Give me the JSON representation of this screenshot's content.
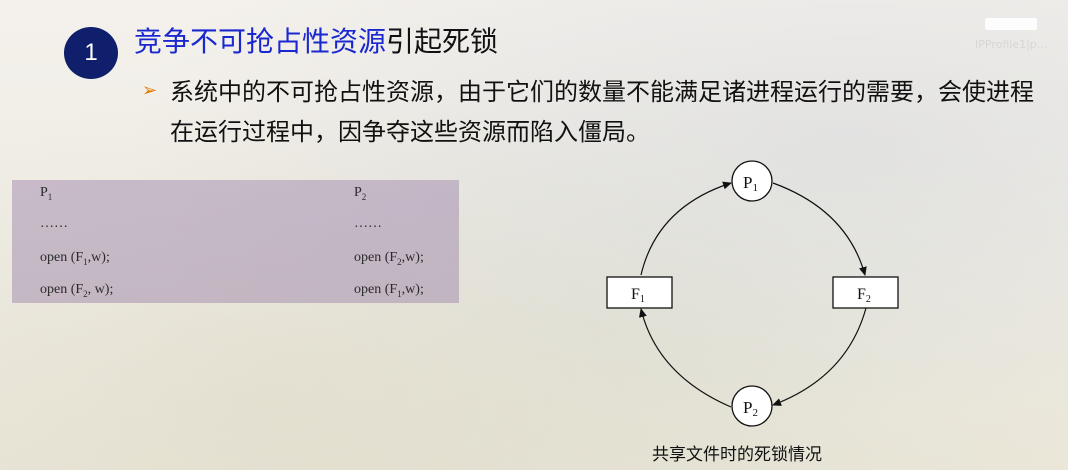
{
  "slide": {
    "number": "1",
    "title_highlight": "竞争不可抢占性资源",
    "title_rest": "引起死锁",
    "bullet_marker": "➢",
    "bullet_text": "系统中的不可抢占性资源，由于它们的数量不能满足诸进程运行的需要，会使进程在运行过程中，因争夺这些资源而陷入僵局。",
    "watermark": "IPProfile1|p..."
  },
  "code": {
    "left": {
      "header": "P",
      "header_sub": "1",
      "dots": "……",
      "line1_pre": "open (F",
      "line1_sub": "1",
      "line1_post": ",w);",
      "line2_pre": "open (F",
      "line2_sub": "2",
      "line2_post": ", w);"
    },
    "right": {
      "header": "P",
      "header_sub": "2",
      "dots": "……",
      "line1_pre": "open (F",
      "line1_sub": "2",
      "line1_post": ",w);",
      "line2_pre": "open (F",
      "line2_sub": "1",
      "line2_post": ",w);"
    }
  },
  "diagram": {
    "p1_label": "P",
    "p1_sub": "1",
    "p2_label": "P",
    "p2_sub": "2",
    "f1_label": "F",
    "f1_sub": "1",
    "f2_label": "F",
    "f2_sub": "2",
    "caption": "共享文件时的死锁情况"
  },
  "colors": {
    "badge": "#0f1f6b",
    "title_highlight": "#1a28d0",
    "bullet_marker": "#e07a00",
    "code_box": "#9178a5"
  }
}
